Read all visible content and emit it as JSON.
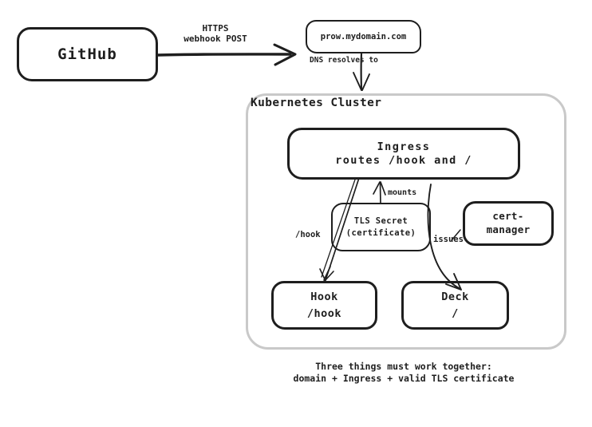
{
  "colors": {
    "ink": "#1e1e1e",
    "cluster_border": "#c9c9c9",
    "background": "#ffffff"
  },
  "nodes": {
    "github": {
      "label": "GitHub"
    },
    "prow": {
      "label": "prow.mydomain.com"
    },
    "cluster": {
      "label": "Kubernetes Cluster"
    },
    "ingress": {
      "line1": "Ingress",
      "line2": "routes /hook and /"
    },
    "tls_secret": {
      "line1": "TLS Secret",
      "line2": "(certificate)"
    },
    "cert_manager": {
      "line1": "cert-",
      "line2": "manager"
    },
    "hook": {
      "line1": "Hook",
      "line2": "/hook"
    },
    "deck": {
      "line1": "Deck",
      "line2": "/"
    }
  },
  "edges": {
    "webhook_post": {
      "line1": "HTTPS",
      "line2": "webhook POST"
    },
    "dns_resolves": {
      "label": "DNS resolves to"
    },
    "mounts": {
      "label": "mounts"
    },
    "hook_route": {
      "label": "/hook"
    },
    "issues": {
      "label": "issues"
    }
  },
  "caption": {
    "line1": "Three things must work together:",
    "line2": "domain + Ingress + valid TLS certificate"
  }
}
